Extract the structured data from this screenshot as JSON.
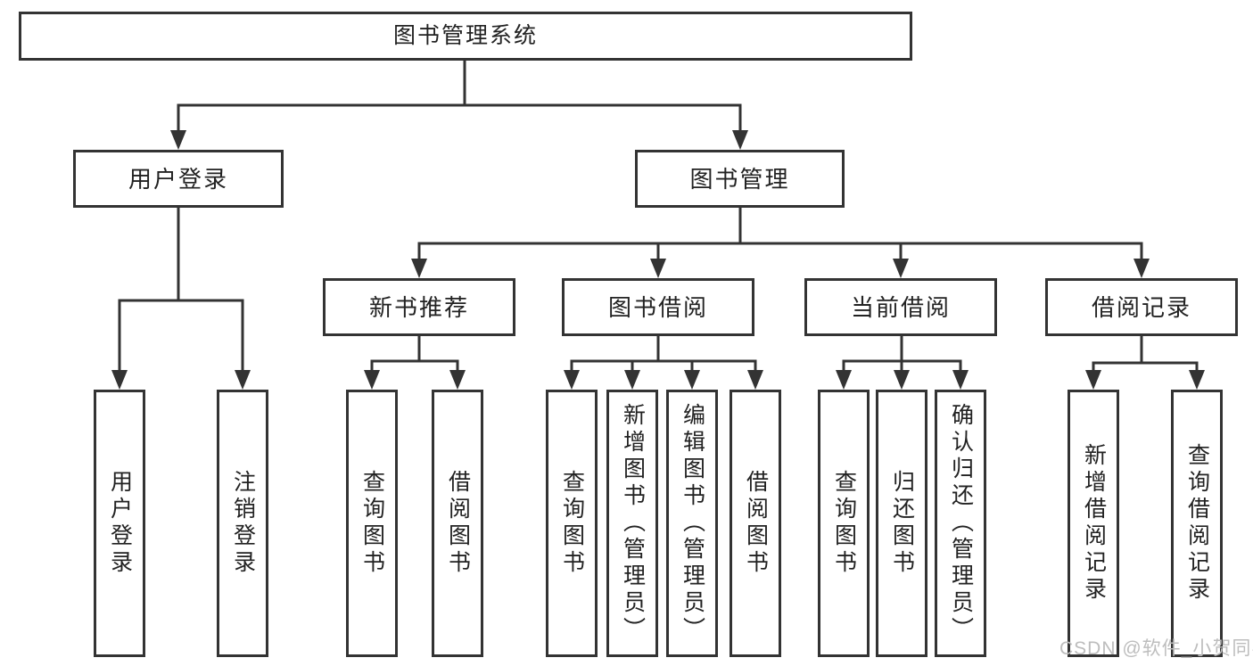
{
  "diagram": {
    "title": "图书管理系统",
    "type": "function-structure-tree",
    "colors": {
      "line": "#333333",
      "box_border": "#333333",
      "text": "#222222",
      "background": "#ffffff",
      "watermark": "#bdbdbd"
    },
    "tree": {
      "label": "图书管理系统",
      "children": [
        {
          "label": "用户登录",
          "children": [
            {
              "label": "用户登录"
            },
            {
              "label": "注销登录"
            }
          ]
        },
        {
          "label": "图书管理",
          "children": [
            {
              "label": "新书推荐",
              "children": [
                {
                  "label": "查询图书"
                },
                {
                  "label": "借阅图书"
                }
              ]
            },
            {
              "label": "图书借阅",
              "children": [
                {
                  "label": "查询图书"
                },
                {
                  "label": "新增图书（管理员）"
                },
                {
                  "label": "编辑图书（管理员）"
                },
                {
                  "label": "借阅图书"
                }
              ]
            },
            {
              "label": "当前借阅",
              "children": [
                {
                  "label": "查询图书"
                },
                {
                  "label": "归还图书"
                },
                {
                  "label": "确认归还（管理员）"
                }
              ]
            },
            {
              "label": "借阅记录",
              "children": [
                {
                  "label": "新增借阅记录"
                },
                {
                  "label": "查询借阅记录"
                }
              ]
            }
          ]
        }
      ]
    },
    "watermark": "CSDN @软件_小贺同学"
  }
}
